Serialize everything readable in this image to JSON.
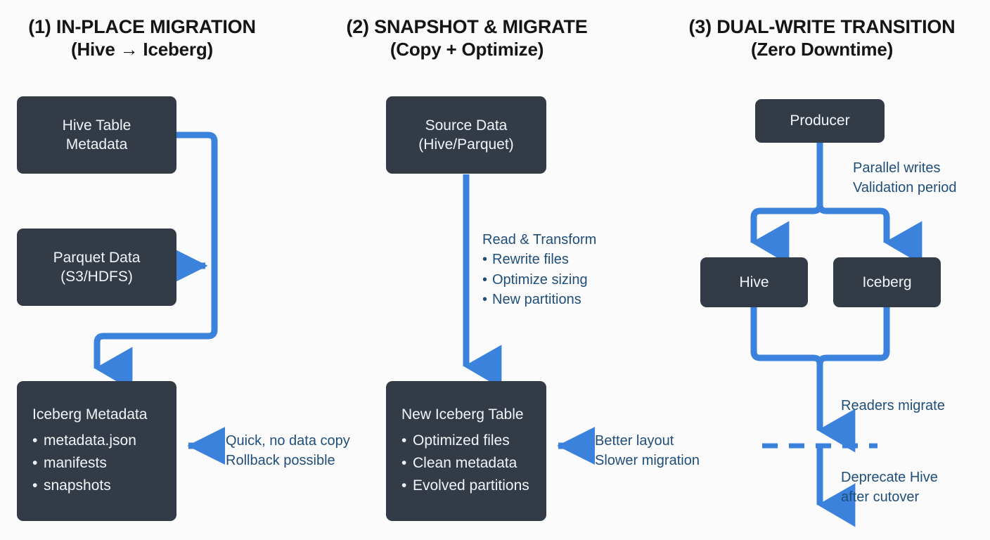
{
  "diagram": {
    "background_color": "#fbfbfc",
    "box_color": "#333b47",
    "arrow_color": "#3b82dd",
    "note_color": "#1f4e79",
    "title_color": "#151515"
  },
  "columns": [
    {
      "title_line1": "(1) IN-PLACE MIGRATION",
      "title_line2": "(Hive → Iceberg)",
      "nodes": [
        {
          "name": "hive-table-metadata",
          "title": "Hive Table",
          "sub": "Metadata"
        },
        {
          "name": "parquet-data",
          "title": "Parquet Data",
          "sub": "(S3/HDFS)"
        },
        {
          "name": "iceberg-metadata",
          "title": "Iceberg Metadata",
          "items": [
            "metadata.json",
            "manifests",
            "snapshots"
          ]
        }
      ],
      "notes": [
        {
          "name": "inplace-benefit-note",
          "lines": [
            "Quick, no data copy",
            "Rollback possible"
          ]
        }
      ]
    },
    {
      "title_line1": "(2) SNAPSHOT & MIGRATE",
      "title_line2": "(Copy + Optimize)",
      "nodes": [
        {
          "name": "source-data",
          "title": "Source Data",
          "sub": "(Hive/Parquet)"
        },
        {
          "name": "new-iceberg-table",
          "title": "New Iceberg Table",
          "items": [
            "Optimized files",
            "Clean metadata",
            "Evolved partitions"
          ]
        }
      ],
      "notes": [
        {
          "name": "read-transform-note",
          "heading": "Read & Transform",
          "items": [
            "Rewrite files",
            "Optimize sizing",
            "New partitions"
          ]
        },
        {
          "name": "snapshot-tradeoff-note",
          "lines": [
            "Better layout",
            "Slower migration"
          ]
        }
      ]
    },
    {
      "title_line1": "(3) DUAL-WRITE TRANSITION",
      "title_line2": "(Zero Downtime)",
      "nodes": [
        {
          "name": "producer",
          "title": "Producer"
        },
        {
          "name": "hive",
          "title": "Hive"
        },
        {
          "name": "iceberg",
          "title": "Iceberg"
        }
      ],
      "notes": [
        {
          "name": "parallel-writes-note",
          "lines": [
            "Parallel writes",
            "Validation period"
          ]
        },
        {
          "name": "readers-migrate-note",
          "lines": [
            "Readers migrate"
          ]
        },
        {
          "name": "deprecate-hive-note",
          "lines": [
            "Deprecate Hive",
            "after cutover"
          ]
        }
      ]
    }
  ]
}
